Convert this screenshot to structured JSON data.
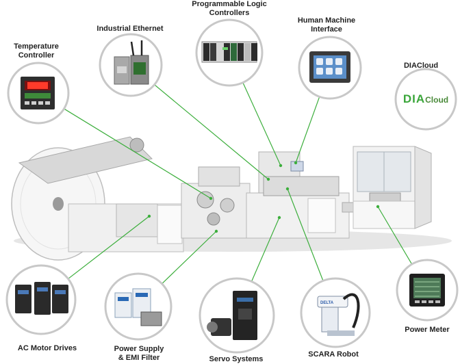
{
  "labels": {
    "plc": [
      "Programmable Logic",
      "Controllers"
    ],
    "ethernet": "Industrial Ethernet",
    "hmi": [
      "Human Machine",
      "Interface"
    ],
    "temperature": [
      "Temperature",
      "Controller"
    ],
    "diacloud": "DIACloud",
    "ac_motor": "AC Motor Drives",
    "power_supply": [
      "Power Supply",
      "& EMI Filter"
    ],
    "servo": "Servo Systems",
    "scara": "SCARA Robot",
    "power_meter": "Power Meter"
  },
  "logo": {
    "dia": "DIA",
    "cloud": "Cloud",
    "robot_brand": "DELTA"
  },
  "colors": {
    "connector": "#3cae3c",
    "circle_border": "#c8c8c8",
    "machine_body": "#f2f2f2",
    "machine_shadow": "#c9c9c9",
    "text": "#222222"
  }
}
